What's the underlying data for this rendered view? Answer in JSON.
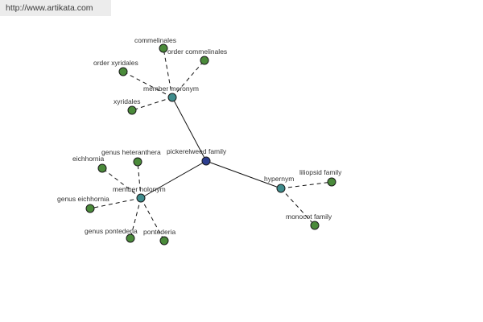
{
  "header": {
    "url": "http://www.artikata.com"
  },
  "graph": {
    "root": "pickerelweed family",
    "relations": [
      {
        "label": "member meronym",
        "leaves": [
          "commelinales",
          "order commelinales",
          "order xyridales",
          "xyridales"
        ]
      },
      {
        "label": "member holonym",
        "leaves": [
          "genus heteranthera",
          "eichhornia",
          "genus eichhornia",
          "genus pontederia",
          "pontederia"
        ]
      },
      {
        "label": "hypernym",
        "leaves": [
          "liliopsid family",
          "monocot family"
        ]
      }
    ]
  },
  "colors": {
    "root": "#2d3e8f",
    "relation": "#3f8c8c",
    "leaf": "#4a8a3a",
    "outline": "#1a1a1a",
    "edge": "#111111"
  }
}
